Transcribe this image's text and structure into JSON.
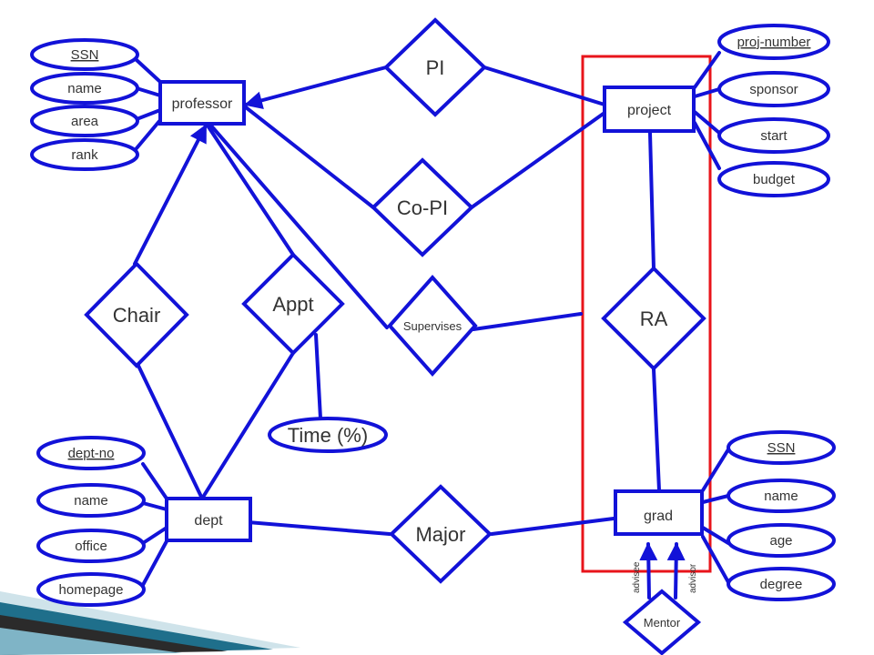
{
  "entities": {
    "professor": "professor",
    "project": "project",
    "dept": "dept",
    "grad": "grad"
  },
  "relationships": {
    "pi": "PI",
    "copi": "Co-PI",
    "chair": "Chair",
    "appt": "Appt",
    "supervises": "Supervises",
    "ra": "RA",
    "major": "Major",
    "mentor": "Mentor"
  },
  "professor_attributes": [
    "SSN",
    "name",
    "area",
    "rank"
  ],
  "project_attributes": [
    "proj-number",
    "sponsor",
    "start",
    "budget"
  ],
  "dept_attributes": [
    "dept-no",
    "name",
    "office",
    "homepage"
  ],
  "grad_attributes": [
    "SSN",
    "name",
    "age",
    "degree"
  ],
  "appt_attribute": "Time (%)",
  "mentor_roles": {
    "advisee": "advisee",
    "advisor": "advisor"
  },
  "colors": {
    "line": "#1212d8",
    "aggregation_frame": "#e8141b",
    "accent_stripes": "#1f6f8b"
  }
}
